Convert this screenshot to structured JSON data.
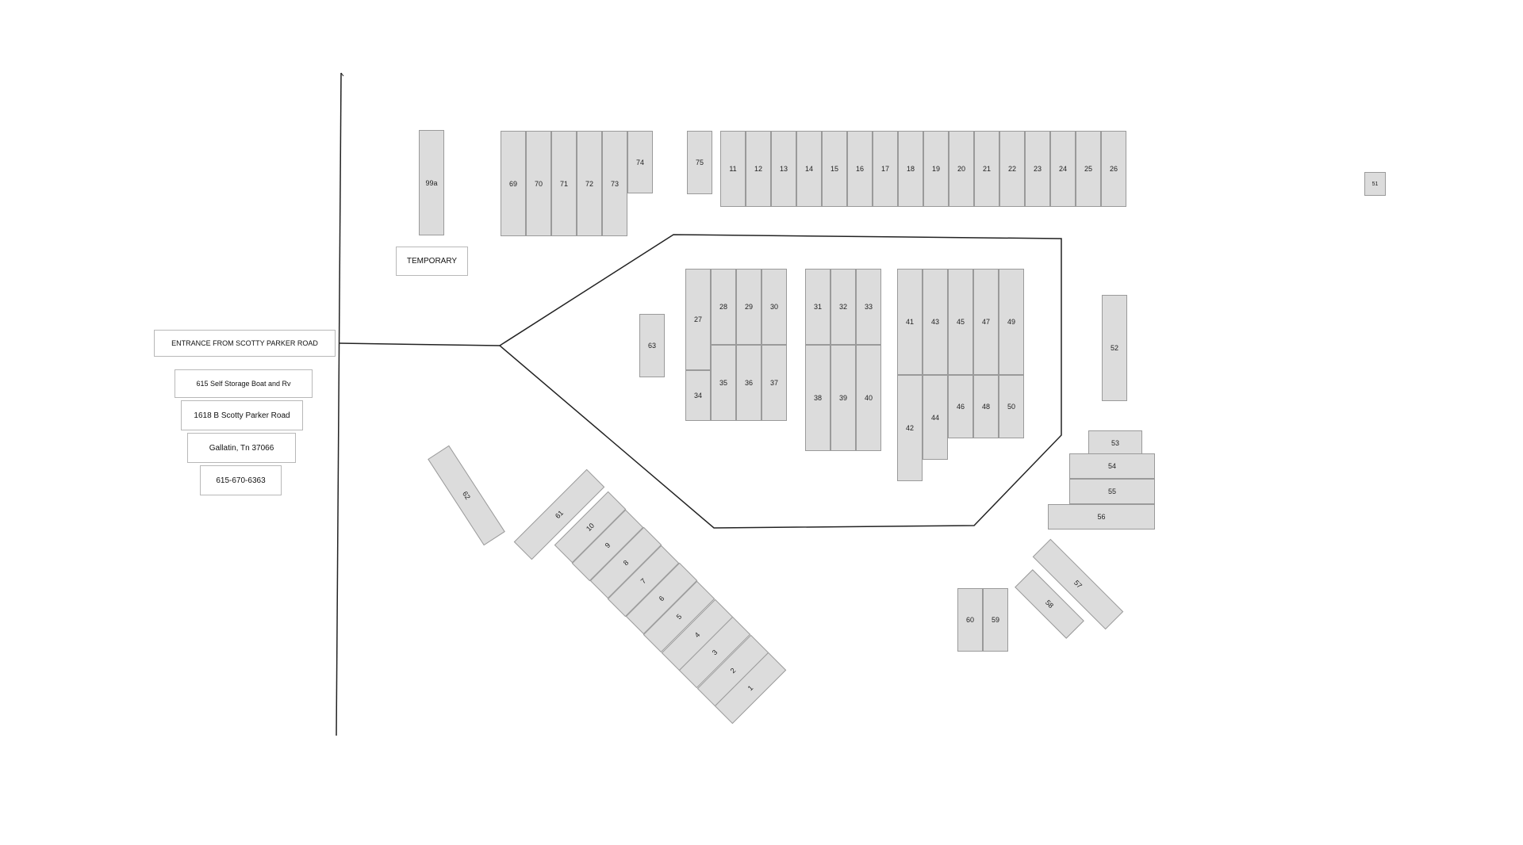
{
  "info": {
    "entrance": "ENTRANCE FROM SCOTTY PARKER ROAD",
    "business": "615 Self Storage Boat and Rv",
    "address": "1618 B Scotty Parker Road",
    "city": "Gallatin, Tn 37066",
    "phone": "615-670-6363",
    "temporary": "TEMPORARY"
  },
  "colors": {
    "lot_fill": "#dcdcdc",
    "lot_border": "#9a9a9a",
    "road": "#222222"
  },
  "spaces": {
    "s99a": "99a",
    "s69": "69",
    "s70": "70",
    "s71": "71",
    "s72": "72",
    "s73": "73",
    "s74": "74",
    "s75": "75",
    "s11": "11",
    "s12": "12",
    "s13": "13",
    "s14": "14",
    "s15": "15",
    "s16": "16",
    "s17": "17",
    "s18": "18",
    "s19": "19",
    "s20": "20",
    "s21": "21",
    "s22": "22",
    "s23": "23",
    "s24": "24",
    "s25": "25",
    "s26": "26",
    "s51": "51",
    "s27": "27",
    "s28": "28",
    "s29": "29",
    "s30": "30",
    "s34": "34",
    "s35": "35",
    "s36": "36",
    "s37": "37",
    "s31": "31",
    "s32": "32",
    "s33": "33",
    "s38": "38",
    "s39": "39",
    "s40": "40",
    "s41": "41",
    "s43": "43",
    "s45": "45",
    "s47": "47",
    "s49": "49",
    "s42": "42",
    "s44": "44",
    "s46": "46",
    "s48": "48",
    "s50": "50",
    "s63": "63",
    "s52": "52",
    "s53": "53",
    "s54": "54",
    "s55": "55",
    "s56": "56",
    "s57": "57",
    "s58": "58",
    "s59": "59",
    "s60": "60",
    "s61": "61",
    "s62": "62",
    "s10": "10",
    "s9": "9",
    "s8": "8",
    "s7": "7",
    "s6": "6",
    "s5": "5",
    "s4": "4",
    "s3": "3",
    "s2": "2",
    "s1": "1"
  }
}
